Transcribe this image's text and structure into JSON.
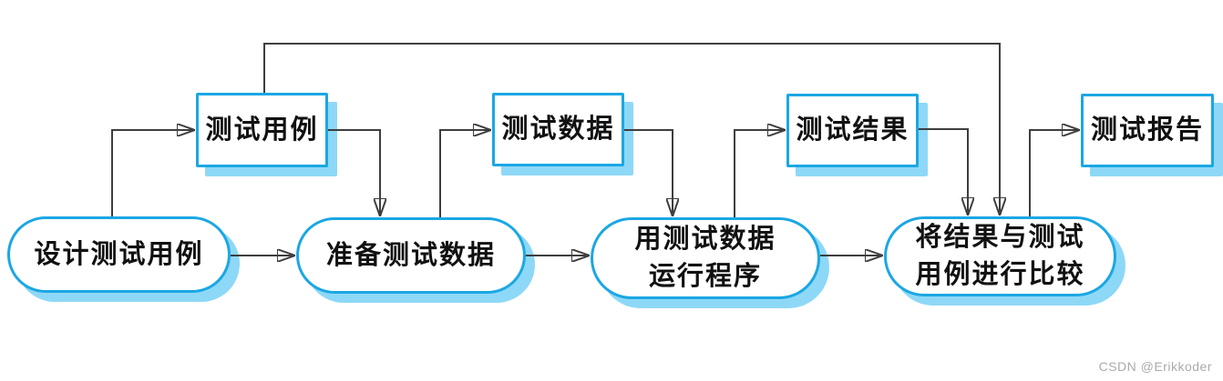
{
  "diagram": {
    "description": "software testing process flowchart",
    "process_nodes": [
      {
        "id": "design-test-cases",
        "lines": [
          "设计测试用例"
        ]
      },
      {
        "id": "prepare-test-data",
        "lines": [
          "准备测试数据"
        ]
      },
      {
        "id": "run-program",
        "lines": [
          "用测试数据",
          "运行程序"
        ]
      },
      {
        "id": "compare-results",
        "lines": [
          "将结果与测试",
          "用例进行比较"
        ]
      }
    ],
    "artifact_nodes": [
      {
        "id": "test-cases",
        "label": "测试用例"
      },
      {
        "id": "test-data",
        "label": "测试数据"
      },
      {
        "id": "test-result",
        "label": "测试结果"
      },
      {
        "id": "test-report",
        "label": "测试报告"
      }
    ],
    "colors": {
      "node_border": "#1BA7E3",
      "node_shadow": "#8ED8F7",
      "connector": "#3E3E3E",
      "text": "#111111",
      "watermark_text": "#AAAAAA",
      "background": "#FFFFFF"
    },
    "watermark": "CSDN @Erikkoder"
  }
}
